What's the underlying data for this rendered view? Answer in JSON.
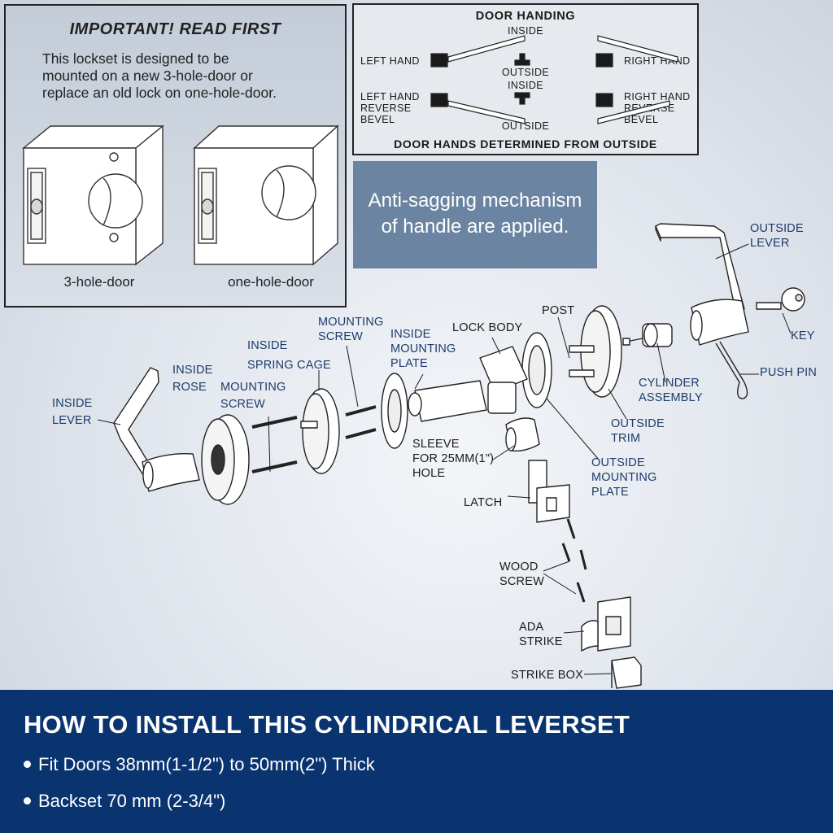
{
  "important": {
    "title": "IMPORTANT! READ FIRST",
    "text_lines": [
      "This lockset is designed to be",
      "mounted on a new  3-hole-door or",
      "replace an old lock on one-hole-door."
    ],
    "door_labels": [
      "3-hole-door",
      "one-hole-door"
    ]
  },
  "handing": {
    "title": "DOOR HANDING",
    "inside": "INSIDE",
    "outside": "OUTSIDE",
    "left_hand": "LEFT HAND",
    "right_hand": "RIGHT HAND",
    "left_hand_reverse": [
      "LEFT HAND",
      "REVERSE",
      "BEVEL"
    ],
    "right_hand_reverse": [
      "RIGHT HAND",
      "REVERSE",
      "BEVEL"
    ],
    "footer": "DOOR HANDS DETERMINED FROM OUTSIDE"
  },
  "antisag": {
    "lines": [
      "Anti-sagging mechanism",
      "of handle are applied."
    ]
  },
  "parts": {
    "outside_lever": [
      "OUTSIDE",
      "LEVER"
    ],
    "key": "KEY",
    "push_pin": "PUSH PIN",
    "post": "POST",
    "cylinder_assembly": [
      "CYLINDER",
      "ASSEMBLY"
    ],
    "outside_trim": [
      "OUTSIDE",
      "TRIM"
    ],
    "outside_mounting_plate": [
      "OUTSIDE",
      "MOUNTING",
      "PLATE"
    ],
    "lock_body": "LOCK BODY",
    "inside_mounting_plate": [
      "INSIDE",
      "MOUNTING",
      "PLATE"
    ],
    "mounting_screw_top": [
      "MOUNTING",
      "SCREW"
    ],
    "inside_spring_cage": [
      "INSIDE",
      "SPRING CAGE"
    ],
    "inside_rose": [
      "INSIDE",
      "ROSE"
    ],
    "mounting_screw_left": [
      "MOUNTING",
      "SCREW"
    ],
    "inside_lever": [
      "INSIDE",
      "LEVER"
    ],
    "sleeve": [
      "SLEEVE",
      "FOR 25MM(1\")",
      "HOLE"
    ],
    "latch": "LATCH",
    "wood_screw": [
      "WOOD",
      "SCREW"
    ],
    "ada_strike": [
      "ADA",
      "STRIKE"
    ],
    "strike_box": "STRIKE BOX"
  },
  "install": {
    "title": "HOW TO INSTALL THIS CYLINDRICAL LEVERSET",
    "bullets": [
      "Fit Doors 38mm(1-1/2\") to 50mm(2\") Thick",
      "Backset 70 mm (2-3/4\")"
    ]
  },
  "colors": {
    "band": "#0a3470",
    "label": "#1c3b6b",
    "antisag_bg": "#6b84a1"
  }
}
